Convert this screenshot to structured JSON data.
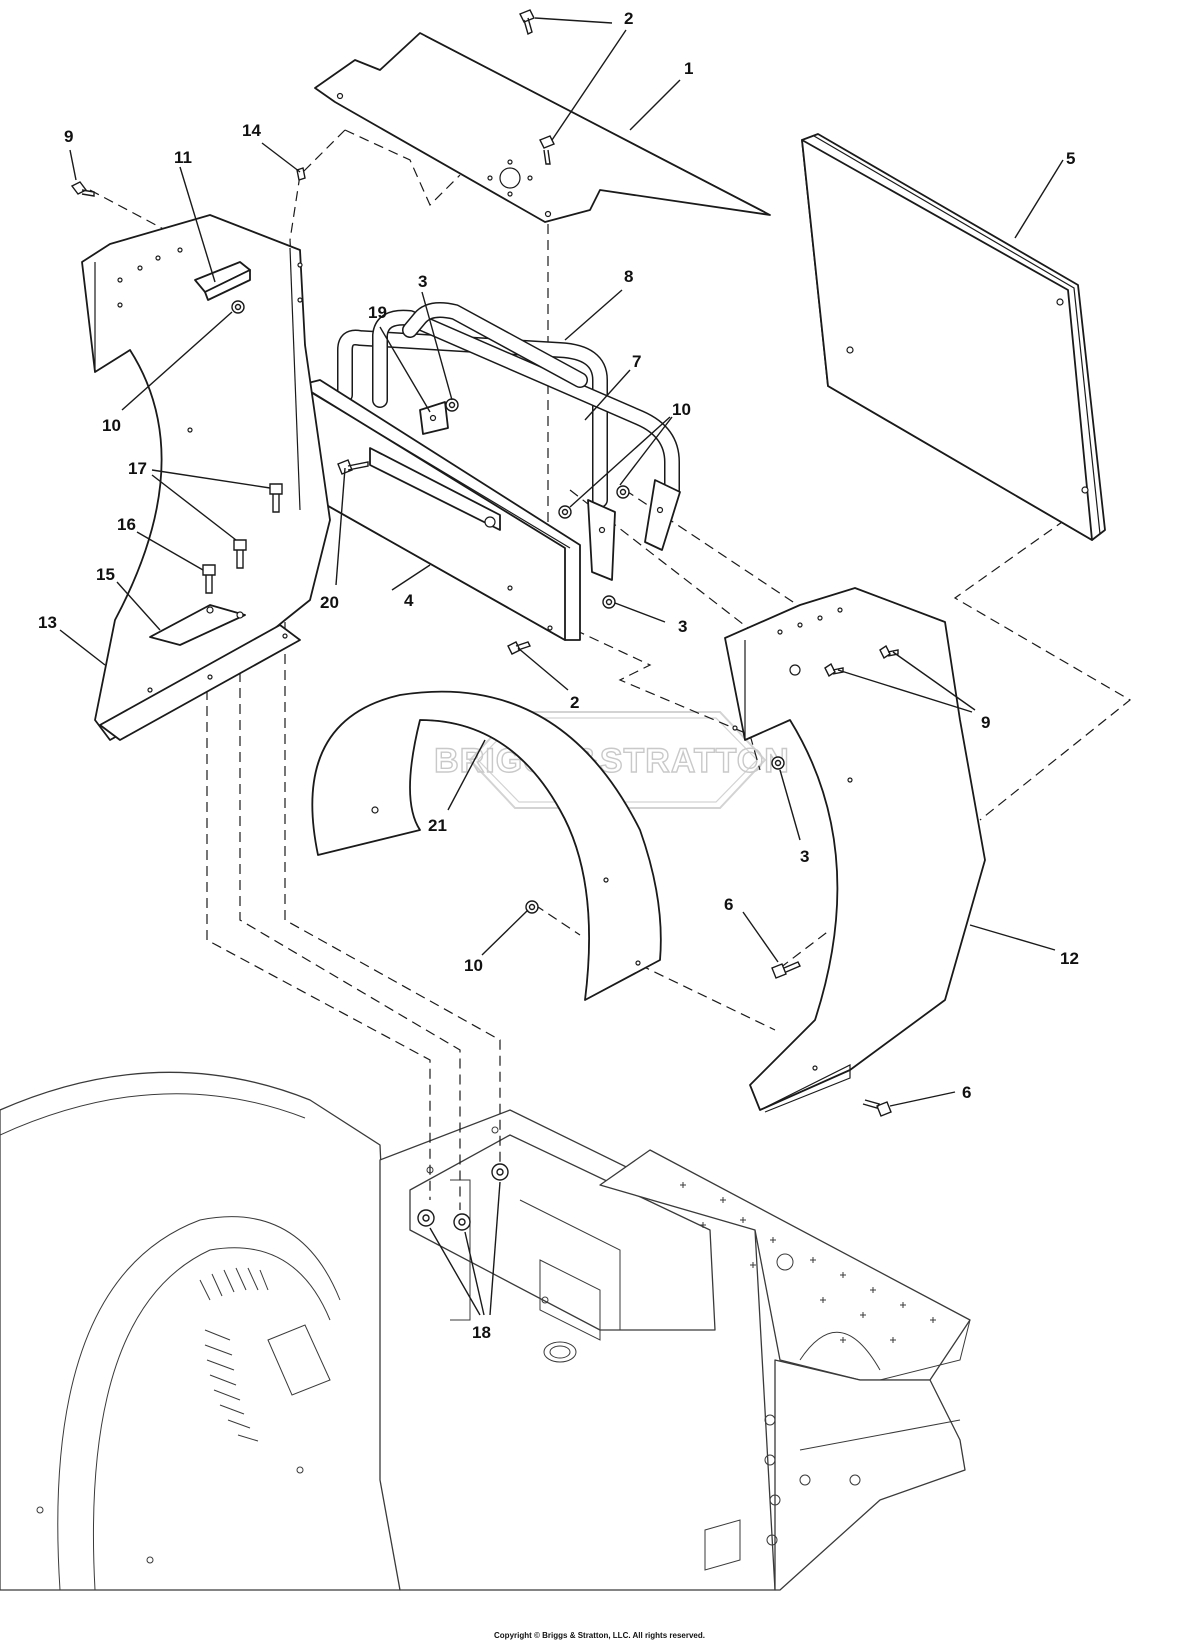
{
  "callouts": [
    {
      "id": "c1",
      "label": "1"
    },
    {
      "id": "c2a",
      "label": "2"
    },
    {
      "id": "c2b",
      "label": "2"
    },
    {
      "id": "c3a",
      "label": "3"
    },
    {
      "id": "c3b",
      "label": "3"
    },
    {
      "id": "c3c",
      "label": "3"
    },
    {
      "id": "c4",
      "label": "4"
    },
    {
      "id": "c5",
      "label": "5"
    },
    {
      "id": "c6a",
      "label": "6"
    },
    {
      "id": "c6b",
      "label": "6"
    },
    {
      "id": "c7",
      "label": "7"
    },
    {
      "id": "c8",
      "label": "8"
    },
    {
      "id": "c9a",
      "label": "9"
    },
    {
      "id": "c9b",
      "label": "9"
    },
    {
      "id": "c10a",
      "label": "10"
    },
    {
      "id": "c10b",
      "label": "10"
    },
    {
      "id": "c10c",
      "label": "10"
    },
    {
      "id": "c11",
      "label": "11"
    },
    {
      "id": "c12",
      "label": "12"
    },
    {
      "id": "c13",
      "label": "13"
    },
    {
      "id": "c14",
      "label": "14"
    },
    {
      "id": "c15",
      "label": "15"
    },
    {
      "id": "c16",
      "label": "16"
    },
    {
      "id": "c17",
      "label": "17"
    },
    {
      "id": "c18",
      "label": "18"
    },
    {
      "id": "c19",
      "label": "19"
    },
    {
      "id": "c20",
      "label": "20"
    },
    {
      "id": "c21",
      "label": "21"
    }
  ],
  "watermark": "BRIGGS&STRATTON",
  "copyright": "Copyright © Briggs & Stratton, LLC. All rights reserved."
}
